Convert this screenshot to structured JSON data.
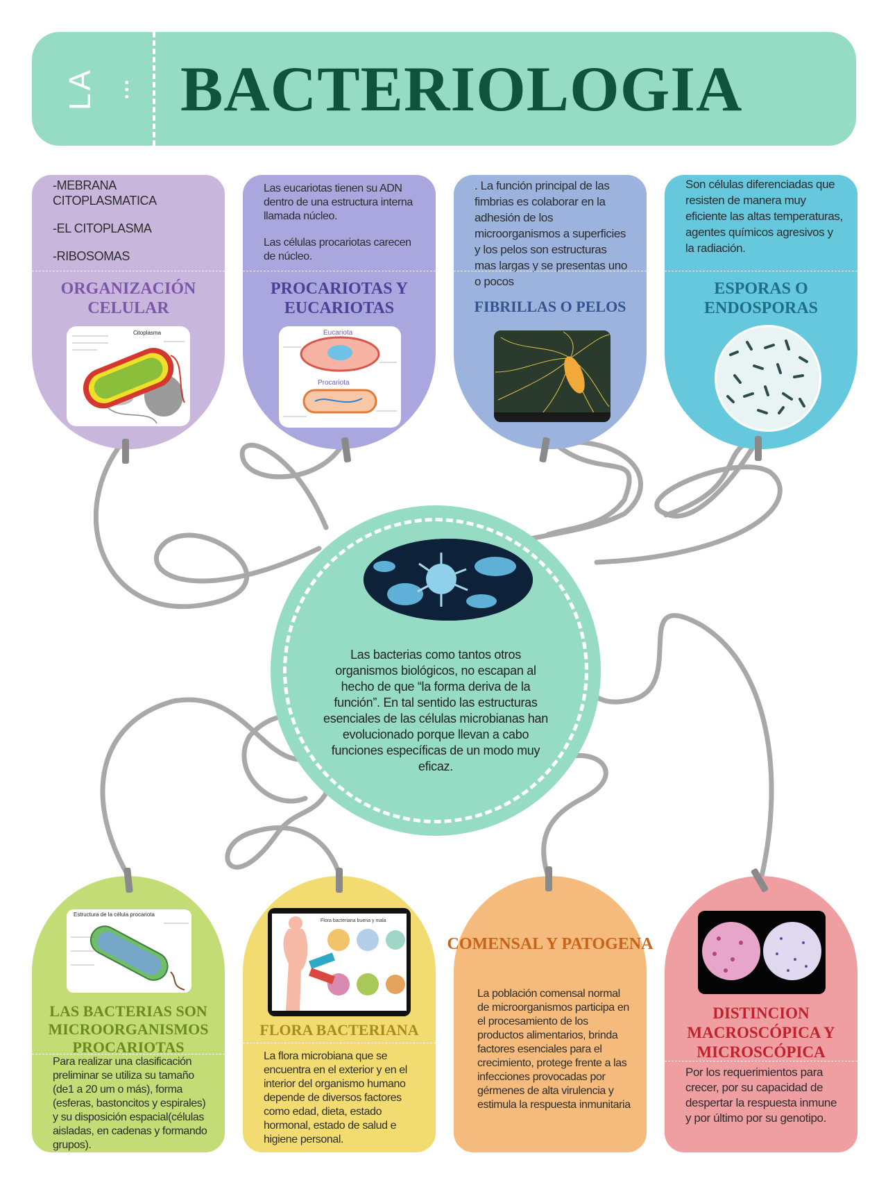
{
  "header": {
    "prefix": "LA",
    "dots": "...",
    "title": "BACTERIOLOGIA"
  },
  "center": {
    "text": "Las bacterias como tantos otros organismos biológicos, no escapan al hecho de que “la forma deriva de la función”. En tal sentido las estructuras esenciales de las células microbianas han evolucionado porque llevan a cabo funciones específicas de un modo muy eficaz."
  },
  "cards": {
    "organizacion": {
      "lines": [
        "-MEBRANA CITOPLASMATICA",
        "-EL CITOPLASMA",
        "-RIBOSOMAS"
      ],
      "title": "ORGANIZACIÓN CELULAR",
      "labels": [
        "Citoplasma"
      ]
    },
    "procariotas": {
      "lines": [
        "Las eucariotas tienen su ADN dentro de una estructura interna llamada núcleo.",
        "Las células procariotas carecen de núcleo."
      ],
      "title": "PROCARIOTAS Y EUCARIOTAS",
      "labels": [
        "Eucariota",
        "Procariota"
      ]
    },
    "fibrillas": {
      "lines": [
        ". La función principal de las fimbrias es colaborar en la adhesión de los microorganismos a superficies y los pelos son estructuras mas largas y se presentas uno o pocos"
      ],
      "title": "FIBRILLAS O PELOS"
    },
    "esporas": {
      "lines": [
        "Son células diferenciadas que resisten de manera muy eficiente las altas temperaturas, agentes químicos agresivos y la radiación."
      ],
      "title": "ESPORAS O ENDOSPORAS"
    },
    "procariotas_micro": {
      "title": "LAS BACTERIAS SON MICROORGANISMOS PROCARIOTAS",
      "text": "Para realizar una clasificación preliminar se utiliza su tamaño (de1 a 20 um o más), forma (esferas, bastoncitos y espirales) y su disposición espacial(células aisladas, en cadenas y formando grupos).",
      "img_title": "Estructura de la célula procariota"
    },
    "flora": {
      "title": "FLORA BACTERIANA",
      "text": "La flora microbiana que se encuentra en el exterior y en el interior del organismo humano depende de diversos factores como edad, dieta, estado hormonal, estado de salud e higiene personal.",
      "img_title": "Flora bacteriana buena y mala"
    },
    "comensal": {
      "title": "COMENSAL Y PATOGENA",
      "text": "La población comensal normal de microorganismos participa en el procesamiento de los productos alimentarios, brinda factores esenciales para el crecimiento, protege frente a las infecciones provocadas por gérmenes de alta virulencia y estimula la respuesta inmunitaria"
    },
    "distincion": {
      "title": "DISTINCION MACROSCÓPICA Y MICROSCÓPICA",
      "text": "Por los requerimientos para crecer, por su capacidad de despertar la respuesta inmune y por último por su genotipo."
    }
  },
  "colors": {
    "header_bg": "#96dcc4",
    "header_title": "#10523c",
    "card_organizacion": "#c9b6dc",
    "card_procariotas": "#a9a7de",
    "card_fibrillas": "#9bb3dd",
    "card_esporas": "#66c8dd",
    "card_procariotas_micro": "#c3dc76",
    "card_flora": "#f2dc72",
    "card_comensal": "#f5bb7c",
    "card_distincion": "#ef9fa2",
    "string": "#a8a8a8"
  }
}
